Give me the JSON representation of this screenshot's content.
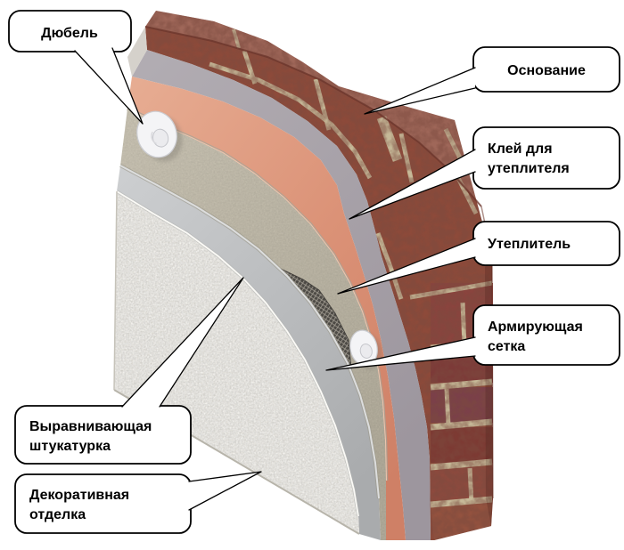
{
  "background": "#ffffff",
  "diagram": {
    "subject": "facade-insulation-layers",
    "labels": {
      "dowel": {
        "text": "Дюбель"
      },
      "base": {
        "text": "Основание"
      },
      "adhesive": {
        "line1": "Клей для",
        "line2": "утеплителя"
      },
      "insulation": {
        "text": "Утеплитель"
      },
      "mesh": {
        "line1": "Армирующая",
        "line2": "сетка"
      },
      "leveling": {
        "line1": "Выравнивающая",
        "line2": "штукатурка"
      },
      "decorative": {
        "line1": "Декоративная",
        "line2": "отделка"
      }
    },
    "colors": {
      "brick_face": "#8d4a3a",
      "brick_top": "#96584a",
      "brick_mortar": "#c6b998",
      "adhesive_shadow": "#a7a1a8",
      "adhesive_pink": "#db9478",
      "insulation_beige": "#c4beae",
      "plaster_gray": "#bcbec0",
      "finish_white": "#ece9e1",
      "mesh_dark": "#4d4a45",
      "dowel_white": "#f4f4f6",
      "callout_bg": "#ffffff",
      "callout_border": "#000000"
    }
  }
}
